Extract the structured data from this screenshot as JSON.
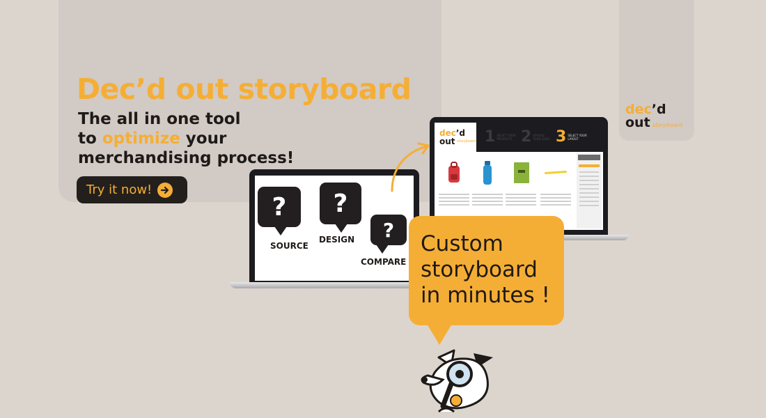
{
  "hero": {
    "title": "Dec’d out storyboard",
    "subtitle_line1": "The all in one tool",
    "subtitle_to": "to ",
    "subtitle_accent": "optimize",
    "subtitle_your": " your",
    "subtitle_line3": "merchandising process!",
    "cta_label": "Try it now!"
  },
  "brand": {
    "logo_dec": "dec",
    "logo_apos": "’d",
    "logo_out": "out",
    "logo_small": "storyboard"
  },
  "laptop_left": {
    "bubbles": [
      "?",
      "?",
      "?"
    ],
    "labels": [
      "SOURCE",
      "DESIGN",
      "COMPARE"
    ]
  },
  "laptop_right": {
    "logo_dec": "dec",
    "logo_apos": "’d",
    "logo_out": "out",
    "logo_small": "storyboard",
    "steps": [
      {
        "num": "1",
        "text": "SELECT YOUR PRODUCTS"
      },
      {
        "num": "2",
        "text": "UPLOAD YOUR LOGO"
      },
      {
        "num": "3",
        "text": "SELECT YOUR LAYOUT"
      }
    ]
  },
  "callout": {
    "line1": "Custom",
    "line2": "storyboard",
    "line3": "in minutes !"
  },
  "colors": {
    "background": "#dcd5ce",
    "panel": "#d2cac5",
    "accent": "#f5ae35",
    "dark": "#1e1a18"
  },
  "icons": {
    "cta": "arrow-right-circle-icon",
    "mascot": "dog-magnifier-icon",
    "connector": "curved-arrow-icon"
  }
}
